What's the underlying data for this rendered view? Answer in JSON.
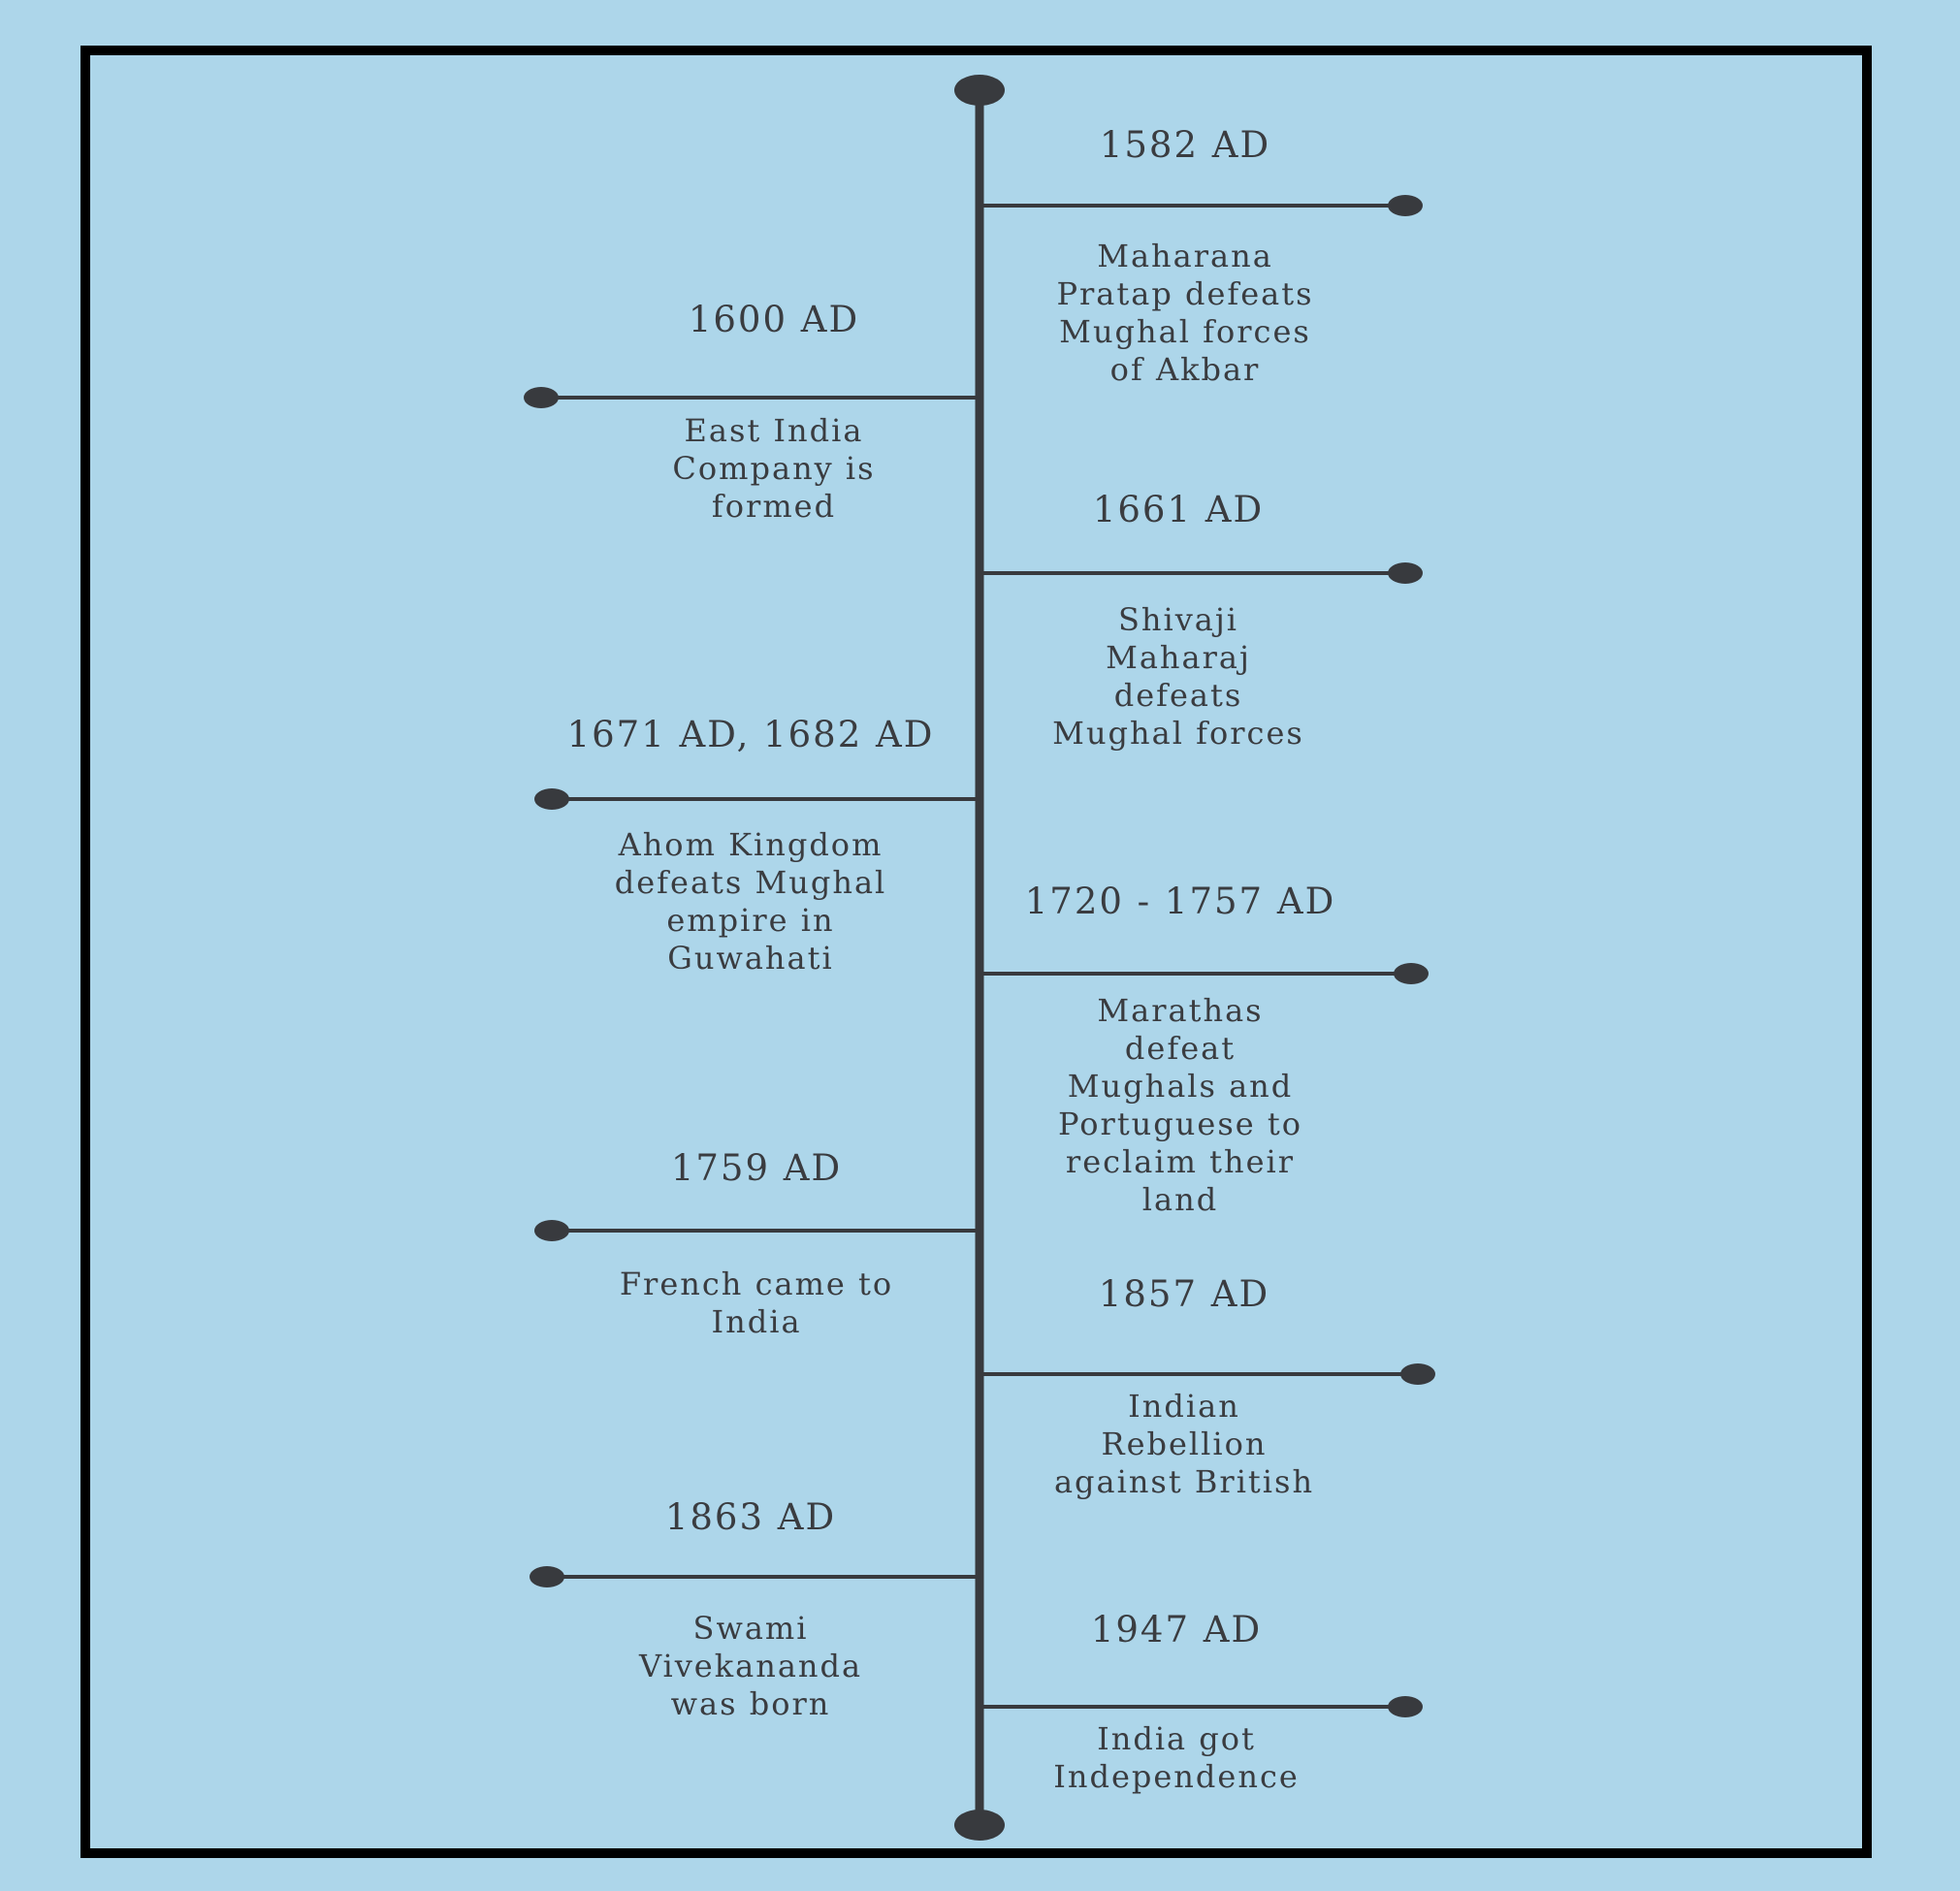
{
  "colors": {
    "background": "#add6ea",
    "frame": "#000000",
    "line": "#383a3e",
    "text": "#3a3c40"
  },
  "events": [
    {
      "side": "right",
      "year": "1582 AD",
      "description": "Maharana\nPratap defeats\nMughal forces\nof Akbar"
    },
    {
      "side": "left",
      "year": "1600 AD",
      "description": "East India\nCompany is\nformed"
    },
    {
      "side": "right",
      "year": "1661 AD",
      "description": "Shivaji\nMaharaj\ndefeats\nMughal forces"
    },
    {
      "side": "left",
      "year": "1671 AD, 1682 AD",
      "description": "Ahom Kingdom\ndefeats Mughal\nempire in\nGuwahati"
    },
    {
      "side": "right",
      "year": "1720 - 1757 AD",
      "description": "Marathas\ndefeat\nMughals and\nPortuguese to\nreclaim their\nland"
    },
    {
      "side": "left",
      "year": "1759 AD",
      "description": "French came to\nIndia"
    },
    {
      "side": "right",
      "year": "1857 AD",
      "description": "Indian\nRebellion\nagainst British"
    },
    {
      "side": "left",
      "year": "1863 AD",
      "description": "Swami\nVivekananda\nwas born"
    },
    {
      "side": "right",
      "year": "1947 AD",
      "description": "India got\nIndependence"
    }
  ]
}
